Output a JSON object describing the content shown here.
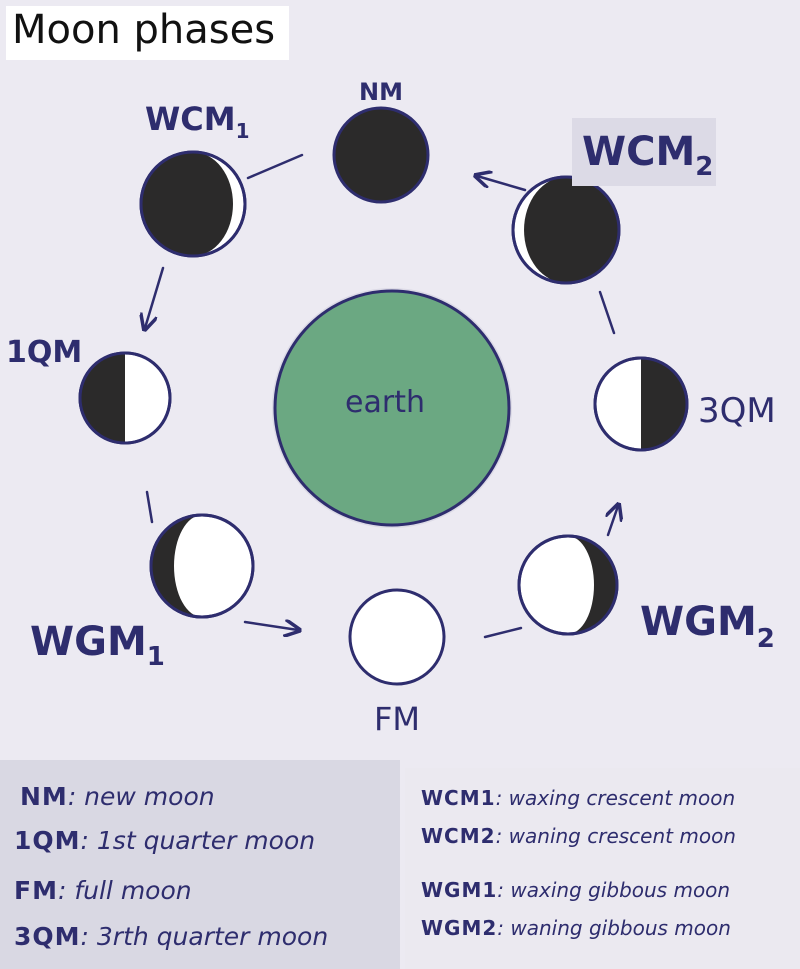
{
  "title": "Moon phases",
  "colors": {
    "ink": "#2e2d6e",
    "moon_dark": "#2b2a2a",
    "moon_light": "#ffffff",
    "earth": "#6ba882"
  },
  "diagram": {
    "center_label": "earth",
    "phases": [
      {
        "id": "NM",
        "label": "NM",
        "sub": ""
      },
      {
        "id": "WCM1",
        "label": "WCM",
        "sub": "1"
      },
      {
        "id": "1QM",
        "label": "1QM",
        "sub": ""
      },
      {
        "id": "WGM1",
        "label": "WGM",
        "sub": "1"
      },
      {
        "id": "FM",
        "label": "FM",
        "sub": ""
      },
      {
        "id": "WGM2",
        "label": "WGM",
        "sub": "2"
      },
      {
        "id": "3QM",
        "label": "3QM",
        "sub": ""
      },
      {
        "id": "WCM2",
        "label": "WCM",
        "sub": "2"
      }
    ]
  },
  "legend": {
    "left": [
      {
        "abbr": "NM",
        "text": ": new moon"
      },
      {
        "abbr": "1QM",
        "text": ": 1st quarter moon"
      },
      {
        "abbr": "FM",
        "text": ": full moon"
      },
      {
        "abbr": "3QM",
        "text": ": 3rth quarter moon"
      }
    ],
    "right": [
      {
        "abbr": "WCM1",
        "text": ": waxing crescent moon"
      },
      {
        "abbr": "WCM2",
        "text": ": waning crescent moon"
      },
      {
        "abbr": "WGM1",
        "text": ": waxing gibbous moon"
      },
      {
        "abbr": "WGM2",
        "text": ": waning gibbous moon"
      }
    ]
  }
}
